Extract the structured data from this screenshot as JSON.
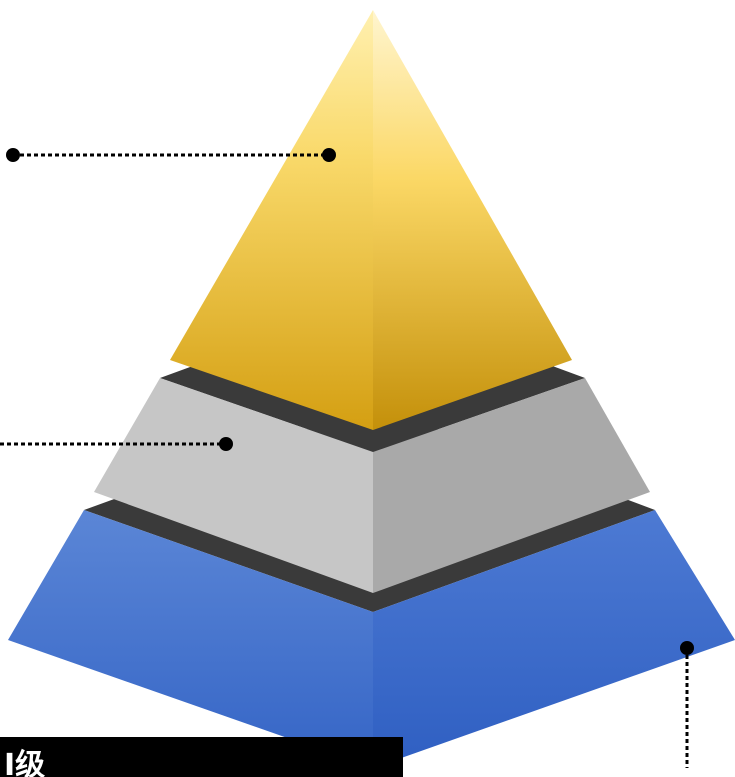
{
  "diagram": {
    "type": "pyramid",
    "tiers": [
      {
        "name": "top",
        "color": "#e8b52a"
      },
      {
        "name": "middle",
        "color": "#bcbcbc"
      },
      {
        "name": "bottom",
        "color": "#4a78cf"
      }
    ],
    "callout_label": "I级"
  },
  "colors": {
    "gold": "#e8b52a",
    "silver": "#bcbcbc",
    "blue": "#4a78cf",
    "separator": "#3a3a3a",
    "connector": "#000000",
    "label_background": "#000000"
  }
}
